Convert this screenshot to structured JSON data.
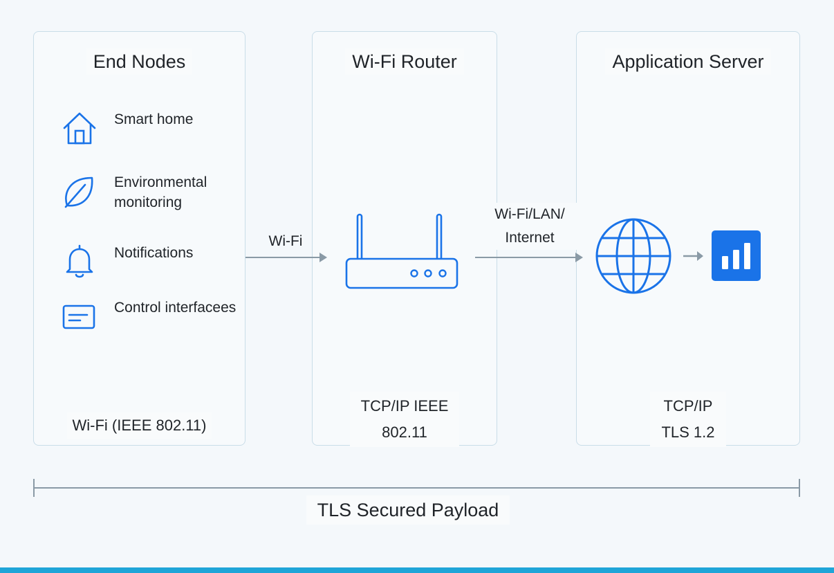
{
  "panels": {
    "end_nodes": {
      "title": "End Nodes",
      "footer": "Wi-Fi (IEEE 802.11)",
      "items": [
        {
          "label": "Smart home",
          "icon": "house-icon"
        },
        {
          "label": "Environmental monitoring",
          "icon": "leaf-icon"
        },
        {
          "label": "Notifications",
          "icon": "bell-icon"
        },
        {
          "label": "Control interfacees",
          "icon": "control-panel-icon"
        }
      ]
    },
    "router": {
      "title": "Wi-Fi Router",
      "footer_line1": "TCP/IP IEEE",
      "footer_line2": "802.11",
      "icon": "router-icon"
    },
    "server": {
      "title": "Application Server",
      "footer_line1": "TCP/IP",
      "footer_line2": "TLS 1.2",
      "icons": [
        "globe-icon",
        "arrow-right-icon",
        "bar-chart-app-icon"
      ]
    }
  },
  "links": {
    "nodes_to_router": "Wi-Fi",
    "router_to_server_line1": "Wi-Fi/LAN/",
    "router_to_server_line2": "Internet"
  },
  "span_label": "TLS Secured Payload",
  "colors": {
    "accent": "#1a73e8",
    "panel_border": "#c9dde8",
    "arrow": "#8a9aa6",
    "bottom_bar": "#1fa5d8",
    "app_tile": "#1a73e8"
  }
}
